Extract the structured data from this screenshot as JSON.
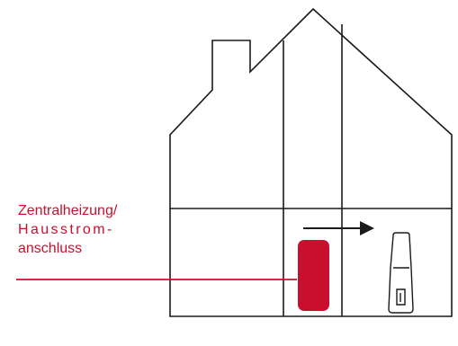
{
  "label": {
    "line1": "Zentralheizung/",
    "line2": "Hausstrom-",
    "line3": "anschluss"
  },
  "colors": {
    "accent": "#c8102e",
    "outline": "#1a1a1a",
    "background": "#ffffff"
  },
  "icons": {
    "arrow": "arrow-right-icon",
    "device": "wallbox-charger-icon",
    "box": "connection-box-icon"
  }
}
